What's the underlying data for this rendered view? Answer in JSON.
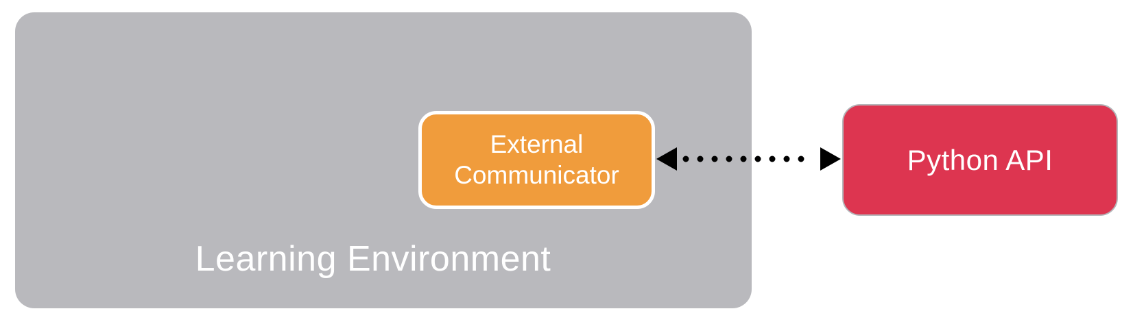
{
  "colors": {
    "canvas-bg": "#ffffff",
    "learning-env-bg": "#b9b9bd",
    "external-comm-bg": "#f09c3c",
    "external-comm-border": "#ffffff",
    "python-api-bg": "#dd3550",
    "python-api-border": "#b4b4b8",
    "label-text": "#ffffff",
    "arrow": "#000000"
  },
  "diagram": {
    "learning_environment": {
      "label": "Learning Environment"
    },
    "external_communicator": {
      "label": "External Communicator"
    },
    "python_api": {
      "label": "Python API"
    },
    "connector": {
      "type": "dotted-double-headed-arrow",
      "from": "External Communicator",
      "to": "Python API"
    }
  }
}
